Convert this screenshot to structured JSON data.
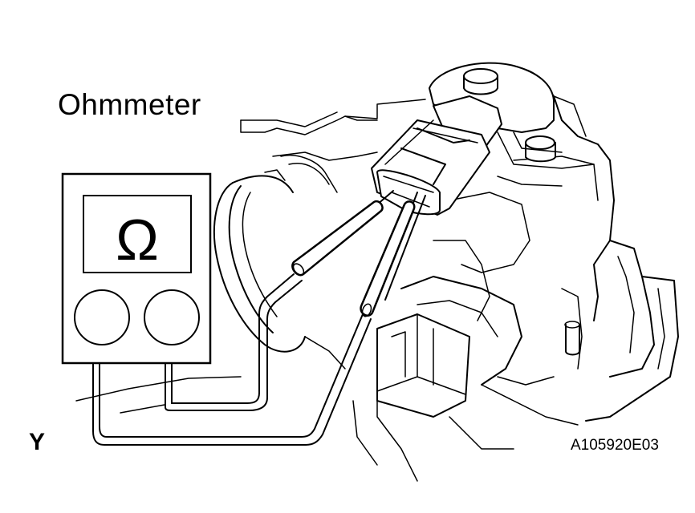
{
  "labels": {
    "meter_title": "Ohmmeter",
    "view_letter": "Y",
    "figure_code": "A105920E03"
  },
  "meter": {
    "display_symbol": "Ω"
  }
}
